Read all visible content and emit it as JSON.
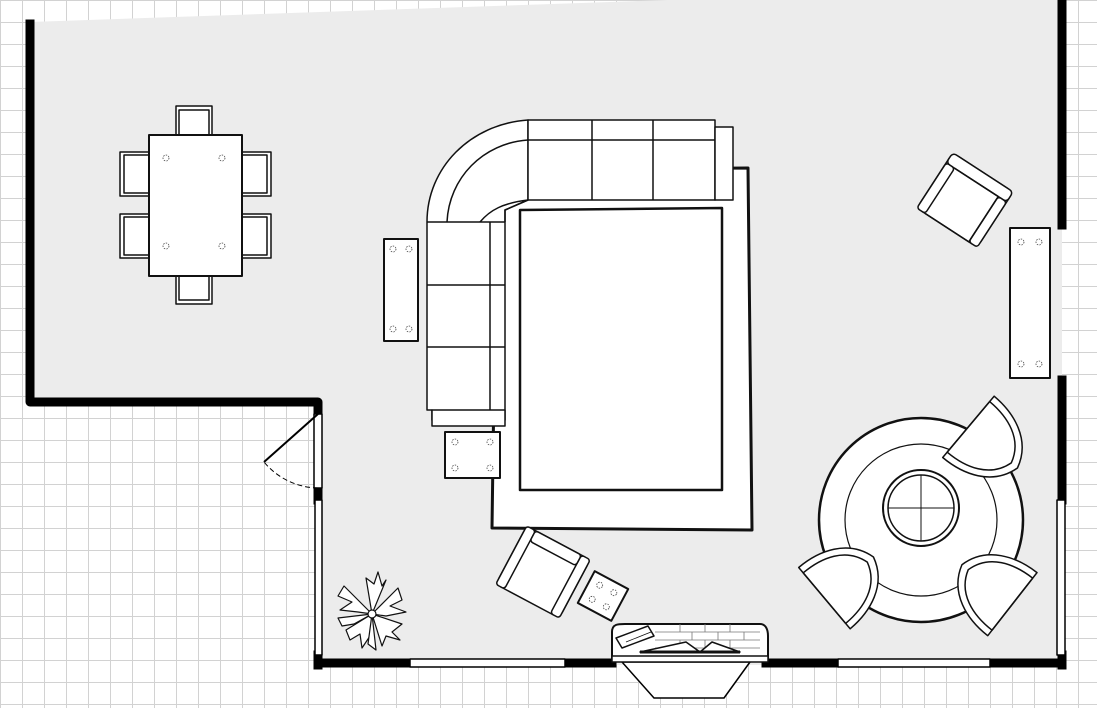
{
  "plan": {
    "colors": {
      "grid_background": "#ffffff",
      "grid_line": "#d2d2d2",
      "floor": "#ececec",
      "wall": "#000000",
      "furniture_fill": "#ffffff",
      "furniture_stroke": "#111111"
    },
    "items": [
      {
        "id": "dining-table",
        "type": "table",
        "seats": 6
      },
      {
        "id": "sectional-sofa",
        "type": "sofa",
        "shape": "L"
      },
      {
        "id": "area-rug",
        "type": "rug"
      },
      {
        "id": "coffee-table-left",
        "type": "side-table"
      },
      {
        "id": "end-table",
        "type": "side-table"
      },
      {
        "id": "console-table-right",
        "type": "side-table"
      },
      {
        "id": "armchair-top-right",
        "type": "armchair"
      },
      {
        "id": "armchair-bottom",
        "type": "armchair"
      },
      {
        "id": "round-table",
        "type": "round-table",
        "chairs": 3
      },
      {
        "id": "plant",
        "type": "plant"
      },
      {
        "id": "fireplace",
        "type": "fireplace"
      },
      {
        "id": "entry-door",
        "type": "door"
      },
      {
        "id": "windows",
        "type": "window",
        "count": 4
      }
    ]
  }
}
